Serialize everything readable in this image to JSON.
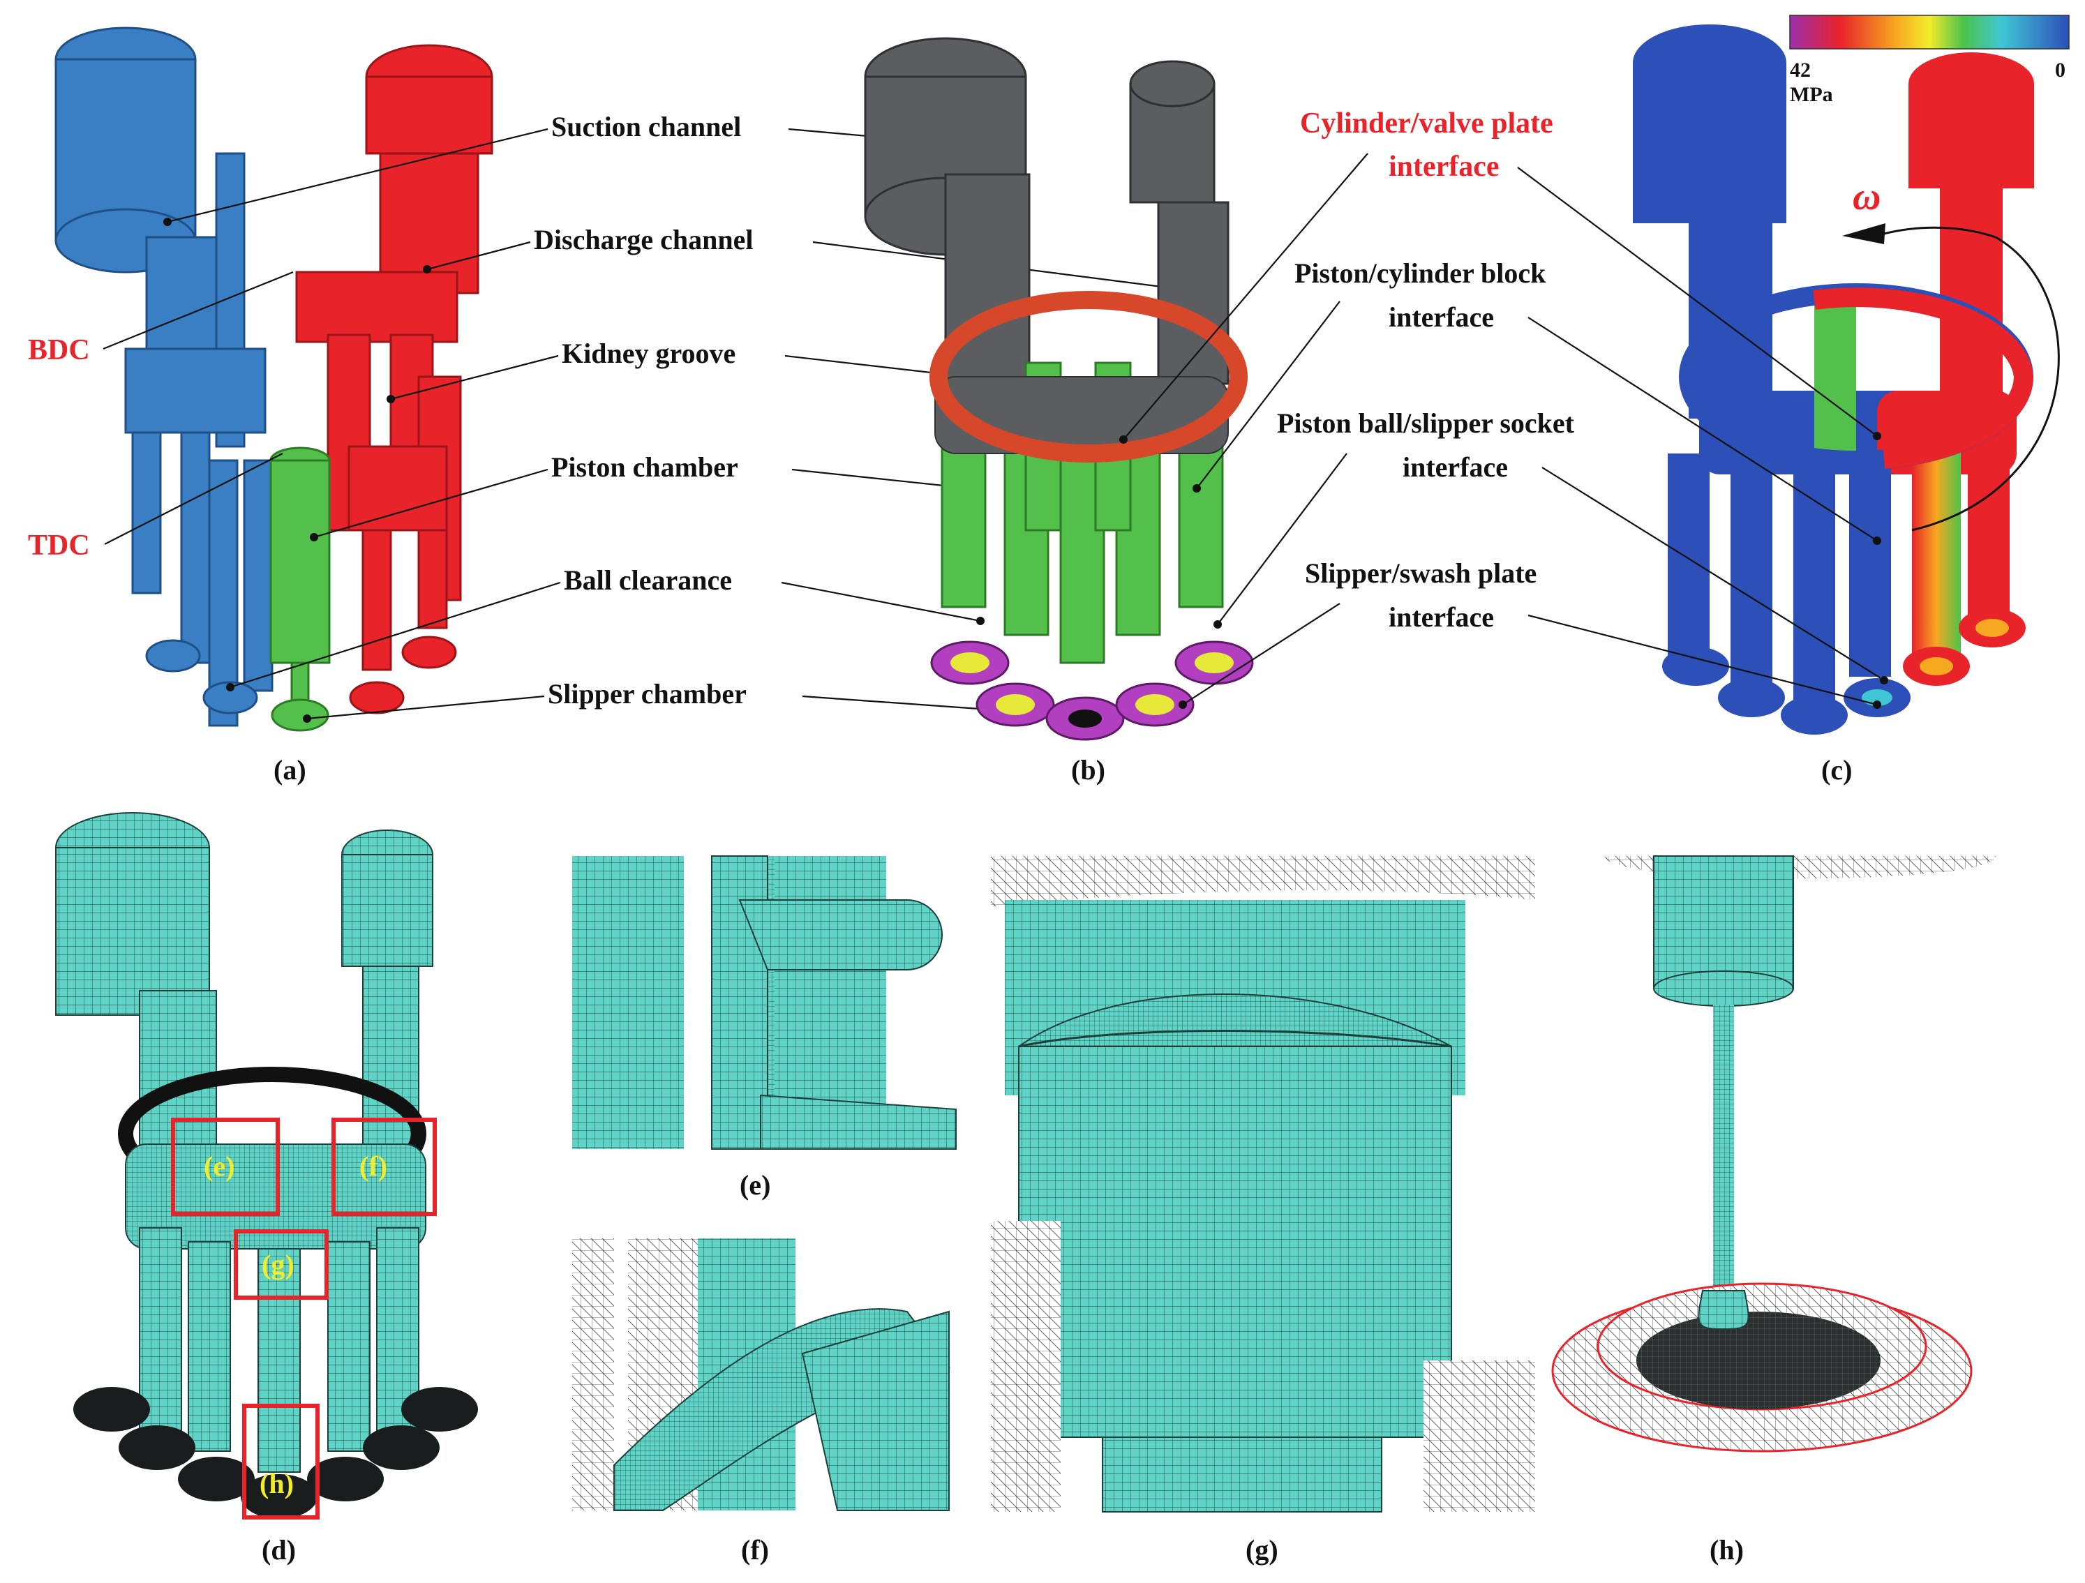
{
  "panel_a": {
    "caption": "(a)",
    "labels": {
      "bdc": "BDC",
      "tdc": "TDC"
    },
    "colors": {
      "suction": "#3a7fc4",
      "discharge": "#e8232a",
      "piston": "#52c04a"
    }
  },
  "center_labels": {
    "suction_channel": "Suction channel",
    "discharge_channel": "Discharge channel",
    "kidney_groove": "Kidney groove",
    "piston_chamber": "Piston chamber",
    "ball_clearance": "Ball clearance",
    "slipper_chamber": "Slipper chamber"
  },
  "panel_b": {
    "caption": "(b)",
    "colors": {
      "channel": "#5b5d60",
      "ring": "#d7472a",
      "chamber": "#52c04a",
      "slipper_outer": "#b23fc0",
      "slipper_inner": "#e6e83a"
    }
  },
  "panel_c": {
    "caption": "(c)",
    "colorbar": {
      "min_label": "42",
      "unit": "MPa",
      "max_label": "0",
      "colors": [
        "#9b2fae",
        "#e8232a",
        "#f6a821",
        "#f3ec2a",
        "#4cc44a",
        "#3fc6d4",
        "#2d4fb8"
      ]
    },
    "omega": "ω",
    "labels": {
      "cylinder_valve_line1": "Cylinder/valve plate",
      "cylinder_valve_line2": "interface",
      "piston_cyl_line1": "Piston/cylinder block",
      "piston_cyl_line2": "interface",
      "ball_socket_line1": "Piston ball/slipper socket",
      "ball_socket_line2": "interface",
      "slipper_swash_line1": "Slipper/swash plate",
      "slipper_swash_line2": "interface"
    }
  },
  "panel_d": {
    "caption": "(d)",
    "boxes": {
      "e": "(e)",
      "f": "(f)",
      "g": "(g)",
      "h": "(h)"
    }
  },
  "panel_e": {
    "caption": "(e)"
  },
  "panel_f": {
    "caption": "(f)"
  },
  "panel_g": {
    "caption": "(g)"
  },
  "panel_h": {
    "caption": "(h)"
  },
  "mesh_color": "#5fd3c6"
}
